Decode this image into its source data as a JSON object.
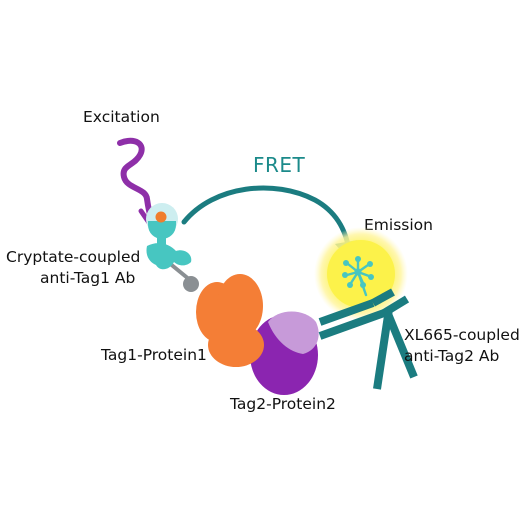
{
  "labels": {
    "excitation": "Excitation",
    "fret": "FRET",
    "emission": "Emission",
    "cryptate_line1": "Cryptate-coupled",
    "cryptate_line2": "anti-Tag1 Ab",
    "tag1_protein1": "Tag1-Protein1",
    "tag2_protein2": "Tag2-Protein2",
    "xl665_line1": "XL665-coupled",
    "xl665_line2": "anti-Tag2 Ab"
  },
  "colors": {
    "excitation_wave": "#8e2fa8",
    "fret_arrow": "#1b7c80",
    "fret_text": "#1b8a8a",
    "cryptate": "#47c6c1",
    "cryptate_center": "#f07d2c",
    "cryptate_halo": "#cdeef0",
    "linker": "#8a8f93",
    "protein1": "#f47e36",
    "protein2": "#8b25b0",
    "protein2_tag": "#c79ad9",
    "antibody2": "#1b7c80",
    "emission_glow": "#fff07a",
    "emission_core": "#fbf24a"
  }
}
